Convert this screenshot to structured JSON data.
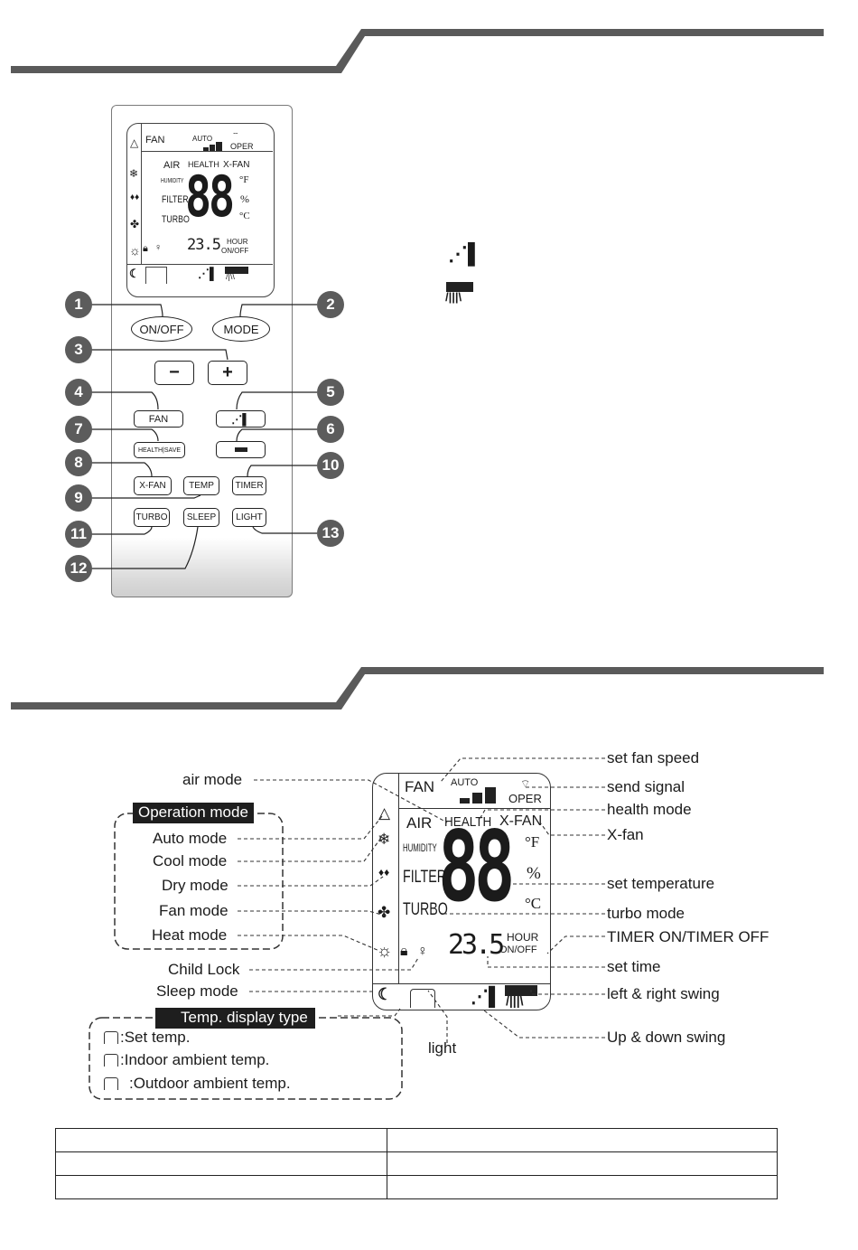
{
  "remote": {
    "lcd": {
      "fan": "FAN",
      "auto": "AUTO",
      "oper": "OPER",
      "air": "AIR",
      "health": "HEALTH",
      "xfan": "X-FAN",
      "humidity": "HUMIDITY",
      "filter": "FILTER",
      "turbo": "TURBO",
      "big_digits": "88",
      "deg_f": "°F",
      "percent": "%",
      "deg_c": "°C",
      "small_digits": "23.5",
      "hour": "HOUR",
      "onoff": "ON/OFF"
    },
    "buttons": {
      "on_off": "ON/OFF",
      "mode": "MODE",
      "minus": "−",
      "plus": "+",
      "fan": "FAN",
      "health_save": "HEALTH|SAVE",
      "xfan": "X-FAN",
      "temp": "TEMP",
      "timer": "TIMER",
      "turbo": "TURBO",
      "sleep": "SLEEP",
      "light": "LIGHT"
    },
    "callouts": [
      "1",
      "2",
      "3",
      "4",
      "5",
      "6",
      "7",
      "8",
      "9",
      "10",
      "11",
      "12",
      "13"
    ]
  },
  "diagram": {
    "lcd": {
      "fan": "FAN",
      "auto": "AUTO",
      "oper": "OPER",
      "air": "AIR",
      "health": "HEALTH",
      "xfan": "X-FAN",
      "humidity": "HUMIDITY",
      "filter": "FILTER",
      "turbo": "TURBO",
      "big_digits": "88",
      "deg_f": "°F",
      "percent": "%",
      "deg_c": "°C",
      "small_digits": "23.5",
      "hour": "HOUR",
      "onoff": "ON/OFF"
    },
    "labels_left": {
      "air_mode": "air mode",
      "operation_mode": "Operation mode",
      "auto_mode": "Auto mode",
      "cool_mode": "Cool mode",
      "dry_mode": "Dry mode",
      "fan_mode": "Fan mode",
      "heat_mode": "Heat mode",
      "child_lock": "Child Lock",
      "sleep_mode": "Sleep mode",
      "temp_display_type": "Temp. display type"
    },
    "temp_types": {
      "set_temp": ":Set temp.",
      "indoor": ":Indoor ambient temp.",
      "outdoor": ":Outdoor ambient temp."
    },
    "labels_right": {
      "set_fan_speed": "set fan speed",
      "send_signal": "send signal",
      "health_mode": "health mode",
      "x_fan": "X-fan",
      "set_temperature": "set temperature",
      "turbo_mode": "turbo mode",
      "timer_on_off": "TIMER ON/TIMER OFF",
      "set_time": "set time",
      "left_right_swing": "left & right swing",
      "up_down_swing": "Up & down swing",
      "light": "light"
    }
  },
  "colors": {
    "header_bar": "#5a5a5a",
    "callout": "#5c5c5c",
    "label_bg": "#1e1e1e"
  }
}
